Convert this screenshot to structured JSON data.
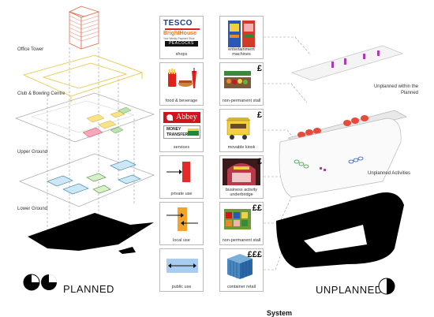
{
  "left": {
    "labels": [
      "Office Tower",
      "Club & Bowling Centre",
      "Upper Ground",
      "Lower Ground"
    ],
    "title": "PLANNED"
  },
  "middle_left": {
    "cards": [
      {
        "caption": "shops",
        "logos": [
          "TESCO",
          "BrightHouse",
          "Your Weekly Payment Store",
          "PEACOCKS"
        ]
      },
      {
        "caption": "food & beverage"
      },
      {
        "caption": "services",
        "logos": [
          "Abbey",
          "MONEY",
          "TRANSFER"
        ]
      },
      {
        "caption": "private use"
      },
      {
        "caption": "local use"
      },
      {
        "caption": "public use"
      }
    ]
  },
  "middle_right": {
    "cards": [
      {
        "caption": "entertainment machines",
        "symbol": ""
      },
      {
        "caption": "non-permanent stall",
        "symbol": "£"
      },
      {
        "caption": "movable kiosk",
        "symbol": "£"
      },
      {
        "caption": "business activity underbridge",
        "symbol": "£"
      },
      {
        "caption": "non-permanent stall",
        "symbol": "££"
      },
      {
        "caption": "container retail",
        "symbol": "£££"
      }
    ]
  },
  "right": {
    "labels": [
      "Unplanned within the Planned",
      "Unplanned Activities"
    ],
    "title": "UNPLANNED"
  },
  "footer": "System",
  "colors": {
    "tesco_blue": "#1a3e8c",
    "tesco_red": "#e0201b",
    "brighthouse_orange": "#f07a1a",
    "abbey_red": "#d4141c",
    "private_red": "#e52a2a",
    "local_orange": "#f2a32a",
    "public_blue": "#5aa0d8"
  }
}
